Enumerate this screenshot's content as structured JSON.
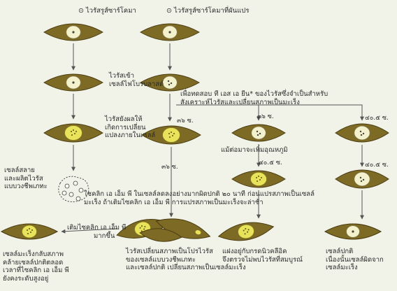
{
  "colors": {
    "cell_fill": "#7d6a25",
    "cell_stroke": "#4a3c12",
    "nucleus": "#f4f2cc",
    "virus_yellow": "#e8e35a",
    "arrow": "#555555",
    "background": "#f1f3e9"
  },
  "labels": {
    "strain_normal": "ไวรัสรูส์ซาร์โคมา",
    "strain_mutant": "ไวรัสรูส์ซาร์โคมาที่ผันแปร",
    "infect": [
      "ไวรัสเข้า",
      "เซลล์ไฟโบรบลาสต์"
    ],
    "effect": [
      "ไวรัสยังผลให้",
      "เกิดการเปลี่ยน",
      "แปลงภายในเซลล์"
    ],
    "test_note": [
      "เพื่อทดสอบ ที เอส เอ ยีน* ของไวรัสซึ่งจำเป็นสำหรับ",
      "สังเคราะห์ไวรัสและเปลี่ยนสภาพเป็นมะเร็ง"
    ],
    "temp_36_a": "๓๖ ซ.",
    "temp_36_b": "๓๖ ซ.",
    "temp_36_c": "๓๖ ซ.",
    "temp_40_a": "๔๐.๕ ซ.",
    "temp_40_b": "๔๐.๕ ซ.",
    "temp_40_c": "๔๐.๕ ซ.",
    "lyse": [
      "เซลล์สลาย",
      "และผลิตไวรัส",
      "แบบวงชีพเภทะ"
    ],
    "raise_temp": "แม้ต่อมาจะเพิ่มอุณหภูมิ",
    "chloram_note": [
      "ใชคลิก เอ เอ็ม พี ในเซลล์ลดลงอย่างมากผิดปกติ ๒๐ นาที ก่อนแปรสภาพเป็นเซลล์",
      "มะเร็ง ถ้าเติมไซคลิก เอ เอ็ม พี การแปรสภาพเป็นมะเร็งจะล่าช้า"
    ],
    "add_camp": [
      "เติมไซคลิก เอ เอ็ม พี",
      "มากขึ้น"
    ],
    "cancer_back": [
      "เซลล์มะเร็งกลับสภาพ",
      "คล้ายเซลล์ปกติตลอด",
      "เวลาที่ไซคลิก เอ เอ็ม พี",
      "ยังคงระดับสูงอยู่"
    ],
    "virus_change": [
      "ไวรัสเปลี่ยนสภาพเป็นโปรไวรัส",
      "ของเซลล์แบบวงชีพเภทะ",
      "และเซลล์ปกติ   เปลี่ยนสภาพเป็นเซลล์มะเร็ง"
    ],
    "separate": [
      "แฝงอยู่กับกรดนิวคลีอิค",
      "จึงตรวจไม่พบไวรัสที่สมบูรณ์"
    ],
    "normal_cell": [
      "เซลล์ปกติ",
      "เนื่องนั้นเซลล์ผิดจาก",
      "เซลล์มะเร็ง"
    ]
  },
  "icons": [
    "virus-particle-icon",
    "nucleus-icon",
    "down-arrow-icon",
    "dashed-arrow-icon"
  ]
}
